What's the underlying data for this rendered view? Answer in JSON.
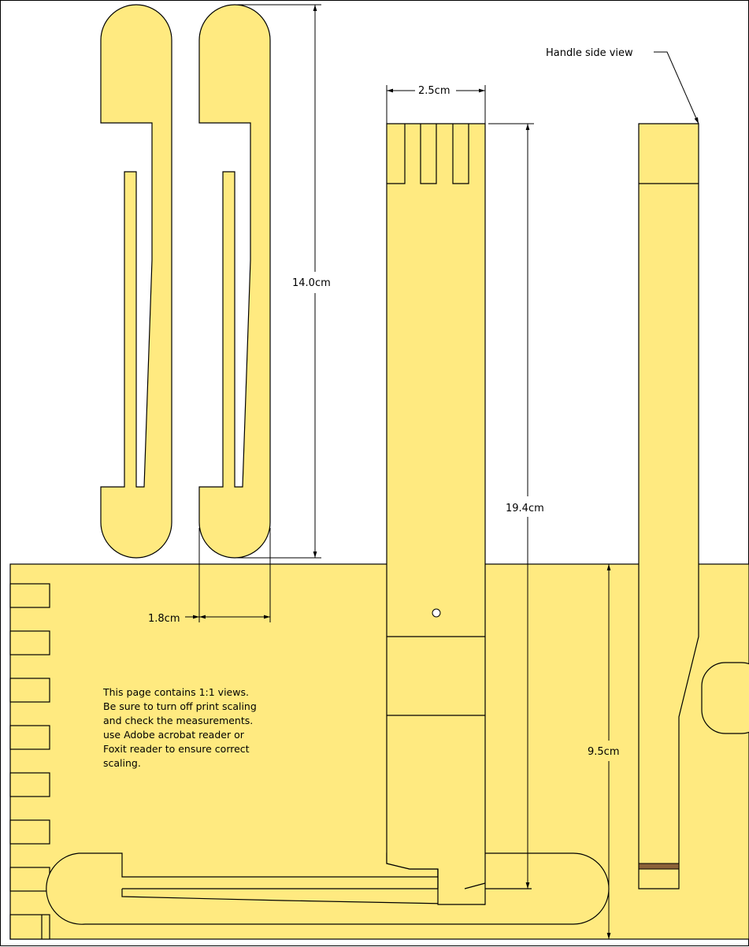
{
  "dimensions": {
    "clip_length": "14.0cm",
    "clip_width": "1.8cm",
    "handle_width": "2.5cm",
    "handle_length": "19.4cm",
    "base_height": "9.5cm"
  },
  "labels": {
    "handle_side_view": "Handle side view"
  },
  "note": {
    "lines": [
      "This page contains 1:1 views.",
      "Be sure to turn off print scaling",
      "and check the measurements.",
      "use Adobe acrobat reader or",
      "Foxit reader to ensure correct",
      "scaling."
    ]
  },
  "colors": {
    "part_fill": "#FFEA80",
    "band": "#8B6239"
  }
}
